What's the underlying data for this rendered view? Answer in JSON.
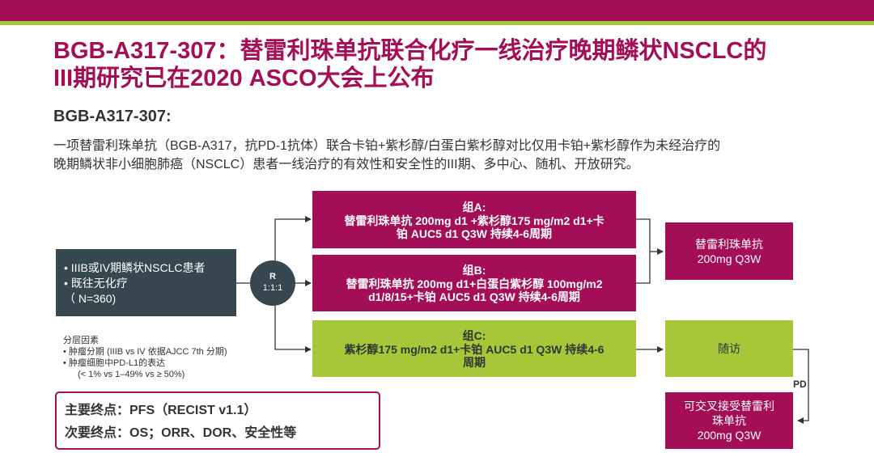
{
  "header": {
    "title_line1": "BGB-A317-307：替雷利珠单抗联合化疗一线治疗晚期鳞状NSCLC的",
    "title_line2": "III期研究已在2020 ASCO大会上公布",
    "subtitle": "BGB-A317-307:",
    "description_line1": "一项替雷利珠单抗（BGB-A317，抗PD-1抗体）联合卡铂+紫杉醇/白蛋白紫杉醇对比仅用卡铂+紫杉醇作为未经治疗的",
    "description_line2": "晚期鳞状非小细胞肺癌（NSCLC）患者一线治疗的有效性和安全性的III期、多中心、随机、开放研究。"
  },
  "patients": {
    "bullet1": "•  IIIB或IV期鳞状NSCLC患者",
    "bullet2": "•  既往无化疗",
    "count": "（ N=360)"
  },
  "randomization": {
    "label": "R",
    "ratio": "1:1:1"
  },
  "groups": [
    {
      "title": "组A:",
      "line1": "替雷利珠单抗 200mg d1 +紫杉醇175 mg/m2 d1+卡",
      "line2": "铂 AUC5 d1 Q3W 持续4-6周期"
    },
    {
      "title": "组B:",
      "line1": "替雷利珠单抗 200mg d1+白蛋白紫杉醇 100mg/m2",
      "line2": "d1/8/15+卡铂 AUC5 d1 Q3W 持续4-6周期"
    },
    {
      "title": "组C:",
      "line1": "紫杉醇175 mg/m2  d1+卡铂 AUC5 d1 Q3W 持续4-6",
      "line2": "周期"
    }
  ],
  "outcomes": {
    "maintenance_line1": "替雷利珠单抗",
    "maintenance_line2": "200mg Q3W",
    "followup": "随访",
    "crossover_line1": "可交叉接受替雷利",
    "crossover_line2": "珠单抗",
    "crossover_line3": "200mg Q3W",
    "pd_label": "PD"
  },
  "stratification": {
    "title": "分层因素",
    "item1": "•   肿瘤分期 (IIIB vs IV 依据AJCC 7th 分期)",
    "item2": "•   肿瘤细胞中PD-L1的表达",
    "item2_detail": "(< 1% vs 1–49% vs ≥ 50%)"
  },
  "endpoints": {
    "primary": "主要终点：PFS（RECIST v1.1）",
    "secondary": "次要终点：OS；ORR、DOR、安全性等"
  },
  "colors": {
    "brand": "#a30e57",
    "accent_green": "#a6c838",
    "dark_box": "#37474f"
  }
}
